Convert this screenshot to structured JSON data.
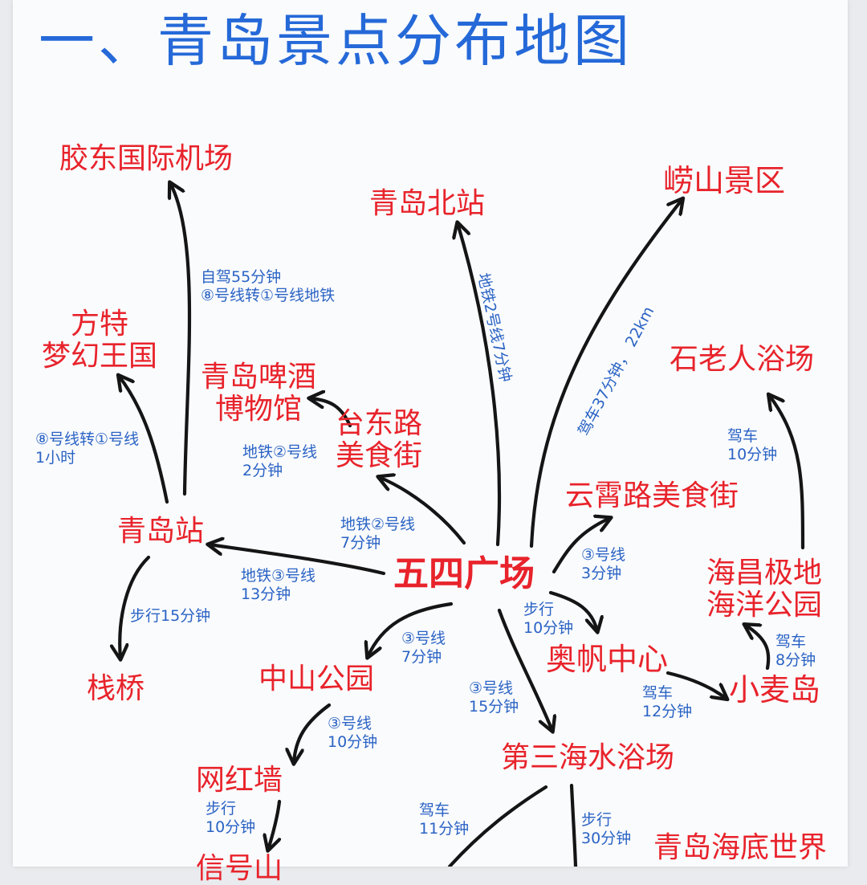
{
  "colors": {
    "title": "#2569d8",
    "place": "#e8232b",
    "route": "#2a63c4",
    "arrow": "#151515",
    "paper": "#fafbfd"
  },
  "title": "一、青岛景点分布地图",
  "nodes": {
    "jiaodong_airport": "胶东国际机场",
    "qingdao_north": "青岛北站",
    "laoshan": "崂山景区",
    "fangte": [
      "方特",
      "梦幻王国"
    ],
    "beer_museum": [
      "青岛啤酒",
      "博物馆"
    ],
    "taidong_road": [
      "台东路",
      "美食街"
    ],
    "shilaoren": "石老人浴场",
    "yunxiao_road": "云霄路美食街",
    "qingdao_station": "青岛站",
    "wusi_square": "五四广场",
    "haichang": [
      "海昌极地",
      "海洋公园"
    ],
    "aofan": "奥帆中心",
    "xiaomai_island": "小麦岛",
    "zhanqiao": "栈桥",
    "zhongshan_park": "中山公园",
    "third_beach": "第三海水浴场",
    "wanghong_wall": "网红墙",
    "undersea_world": "青岛海底世界",
    "partial_bottom": "信号山"
  },
  "routes": {
    "station_to_airport": [
      "自驾55分钟",
      "⑧号线转①号线地铁"
    ],
    "wusi_to_north": "地铁2号线7分钟",
    "wusi_to_laoshan": "驾车37分钟， 22km",
    "station_to_fangte": [
      "⑧号线转①号线",
      "1小时"
    ],
    "taidong_to_beer": [
      "地铁②号线",
      "2分钟"
    ],
    "wusi_to_taidong": [
      "地铁②号线",
      "7分钟"
    ],
    "haichang_to_shilaoren": [
      "驾车",
      "10分钟"
    ],
    "wusi_to_station": [
      "地铁③号线",
      "13分钟"
    ],
    "wusi_to_yunxiao": [
      "③号线",
      "3分钟"
    ],
    "wusi_to_aofan": [
      "步行",
      "10分钟"
    ],
    "station_to_zhanqiao": "步行15分钟",
    "wusi_to_zhongshan": [
      "③号线",
      "7分钟"
    ],
    "xiaomai_to_haichang": [
      "驾车",
      "8分钟"
    ],
    "wusi_to_third_beach": [
      "③号线",
      "15分钟"
    ],
    "aofan_to_xiaomai": [
      "驾车",
      "12分钟"
    ],
    "zhongshan_to_wall": [
      "③号线",
      "10分钟"
    ],
    "wall_to_bottom": [
      "步行",
      "10分钟"
    ],
    "third_beach_to_left": [
      "驾车",
      "11分钟"
    ],
    "third_beach_to_undersea": [
      "步行",
      "30分钟"
    ]
  }
}
